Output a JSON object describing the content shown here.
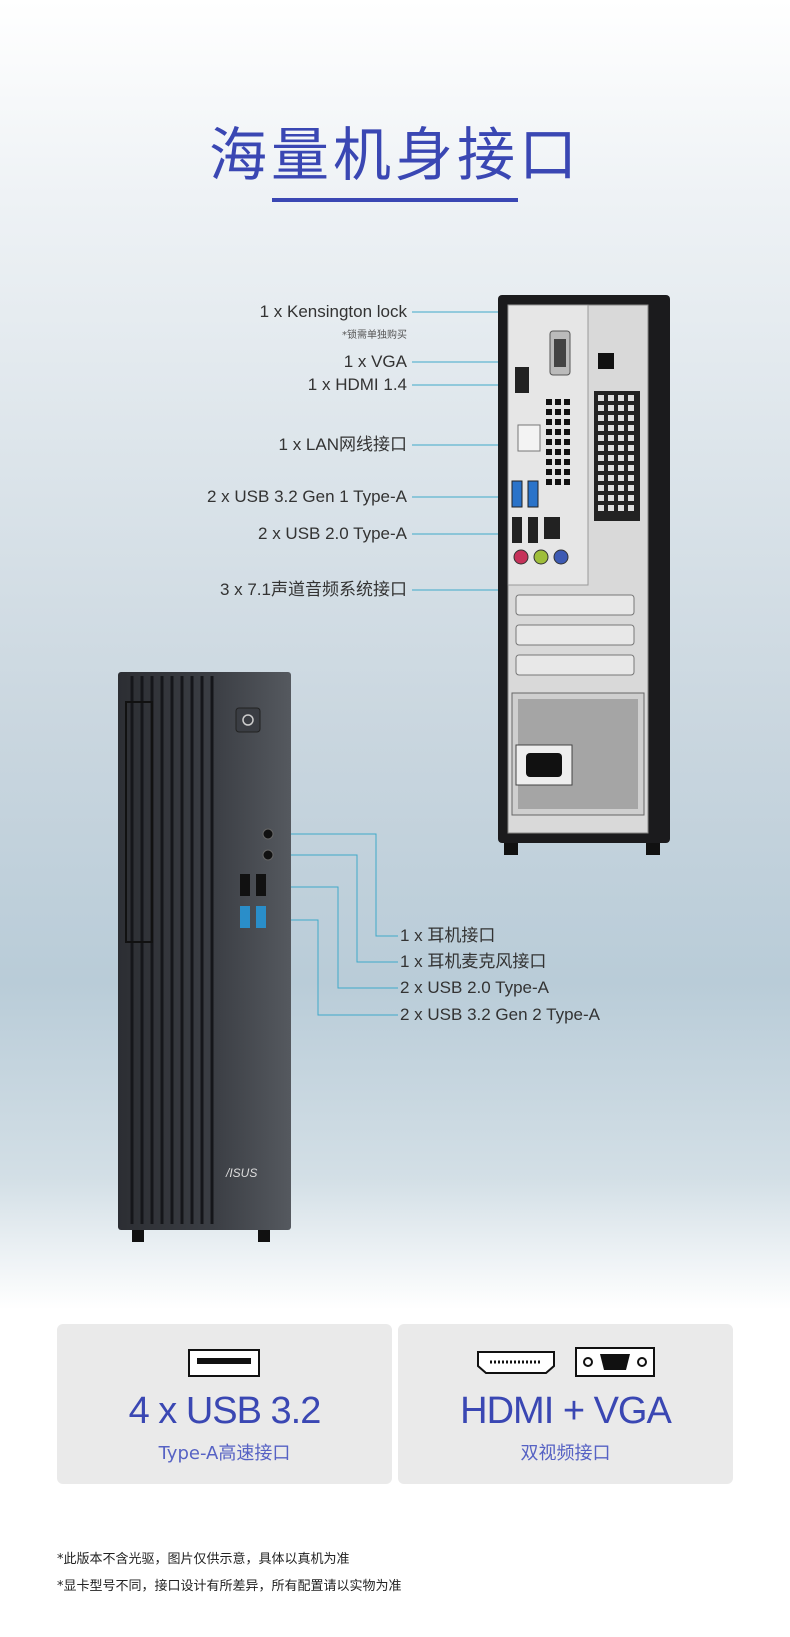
{
  "title": "海量机身接口",
  "rear_ports": {
    "kensington": "1 x Kensington lock",
    "kensington_note": "*锁需单独购买",
    "vga": "1 x VGA",
    "hdmi": "1 x HDMI 1.4",
    "lan": "1 x LAN网线接口",
    "usb32": "2 x USB 3.2 Gen 1 Type-A",
    "usb20": "2 x USB 2.0 Type-A",
    "audio": "3 x 7.1声道音频系统接口"
  },
  "front_ports": {
    "headphone": "1 x 耳机接口",
    "headset": "1 x 耳机麦克风接口",
    "usb20": "2 x USB 2.0 Type-A",
    "usb32": "2 x USB 3.2 Gen 2 Type-A"
  },
  "brand_logo": "/ISUS",
  "cards": [
    {
      "big": "4 x USB 3.2",
      "sub": "Type-A高速接口",
      "icons": [
        "usb-port-icon"
      ]
    },
    {
      "big": "HDMI + VGA",
      "sub": "双视频接口",
      "icons": [
        "hdmi-port-icon",
        "vga-port-icon"
      ]
    }
  ],
  "footnotes": [
    "*此版本不含光驱，图片仅供示意，具体以真机为准",
    "*显卡型号不同，接口设计有所差异，所有配置请以实物为准"
  ],
  "colors": {
    "accent": "#3a47b3",
    "leader_line": "#3fa9c9"
  }
}
